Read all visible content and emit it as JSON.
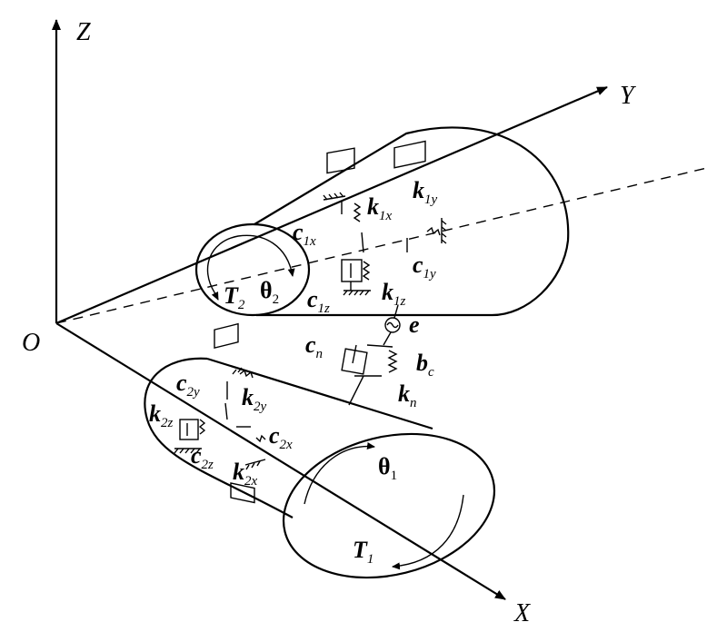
{
  "axes": {
    "z": "Z",
    "y": "Y",
    "x": "X",
    "origin": "O"
  },
  "gear1": {
    "torque": {
      "base": "T",
      "sub": "1"
    },
    "angle": {
      "base": "θ",
      "sub": "1"
    },
    "stiffness": [
      {
        "base": "k",
        "sub": "2x"
      },
      {
        "base": "k",
        "sub": "2y"
      },
      {
        "base": "k",
        "sub": "2z"
      }
    ],
    "damping": [
      {
        "base": "c",
        "sub": "2x"
      },
      {
        "base": "c",
        "sub": "2y"
      },
      {
        "base": "c",
        "sub": "2z"
      }
    ]
  },
  "gear2": {
    "torque": {
      "base": "T",
      "sub": "2"
    },
    "angle": {
      "base": "θ",
      "sub": "2"
    },
    "stiffness": [
      {
        "base": "k",
        "sub": "1x"
      },
      {
        "base": "k",
        "sub": "1y"
      },
      {
        "base": "k",
        "sub": "1z"
      }
    ],
    "damping": [
      {
        "base": "c",
        "sub": "1x"
      },
      {
        "base": "c",
        "sub": "1y"
      },
      {
        "base": "c",
        "sub": "1z"
      }
    ]
  },
  "mesh": {
    "error": "e",
    "damping": {
      "base": "c",
      "sub": "n"
    },
    "backlash": {
      "base": "b",
      "sub": "c"
    },
    "stiffness": {
      "base": "k",
      "sub": "n"
    }
  }
}
